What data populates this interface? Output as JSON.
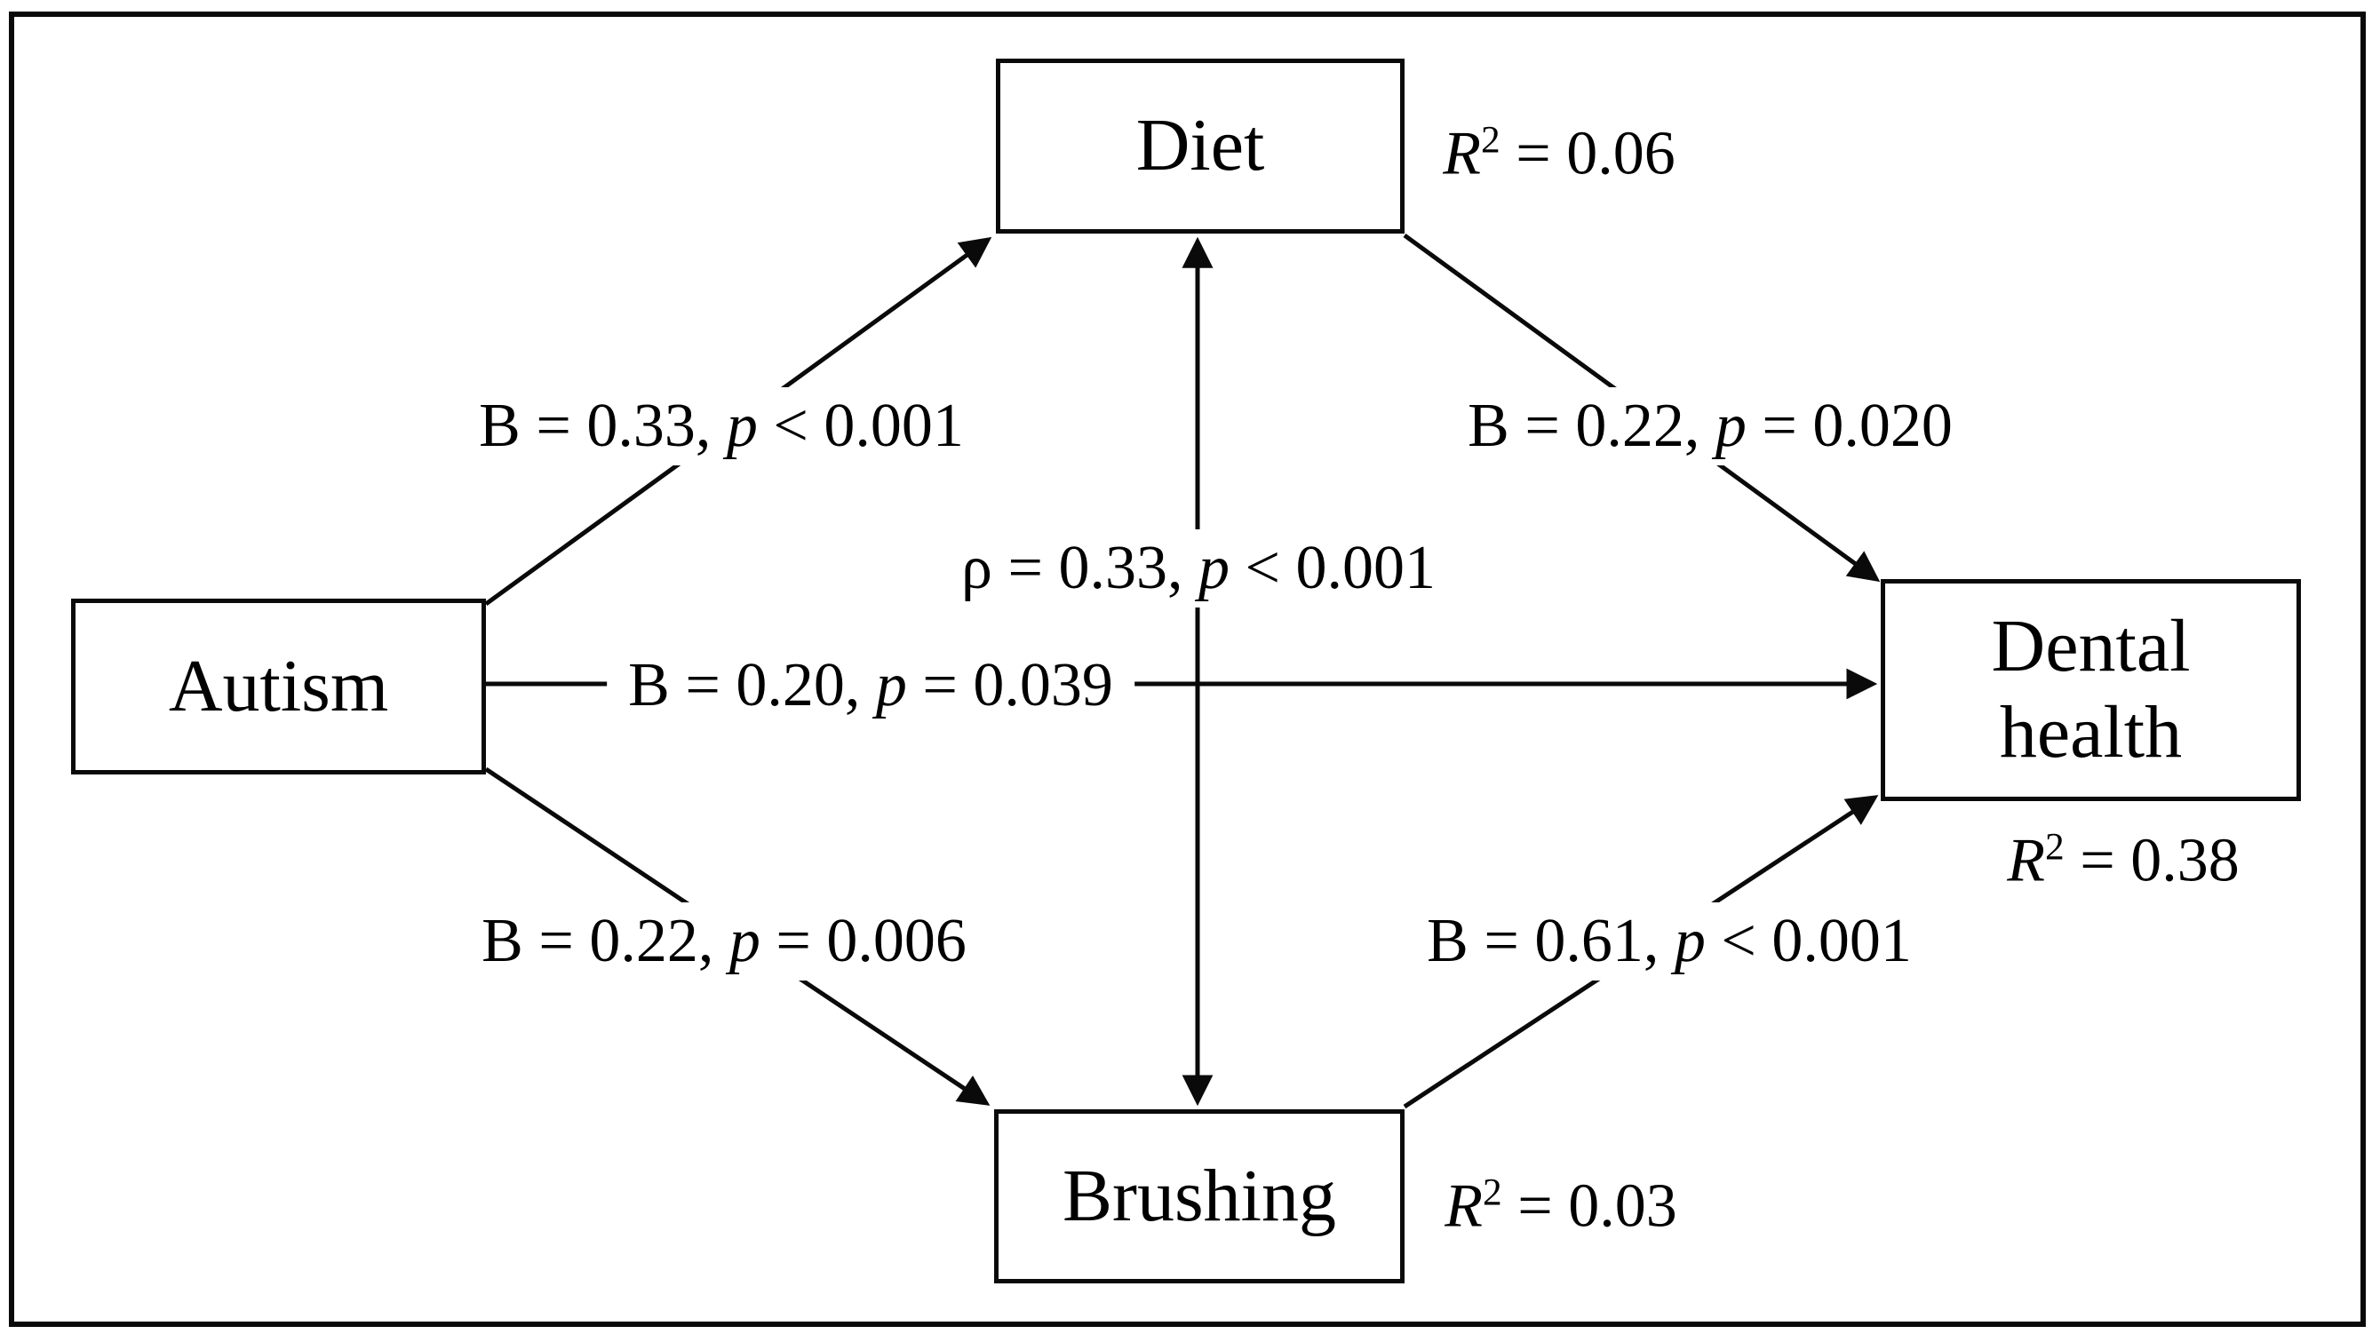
{
  "figure": {
    "type": "mediation-path-diagram",
    "colors": {
      "ink": "#000000",
      "background": "#ffffff"
    },
    "nodes": {
      "autism": {
        "label": "Autism"
      },
      "diet": {
        "label": "Diet",
        "r2": {
          "var": "R",
          "sup": "2",
          "value": " = 0.06"
        }
      },
      "brushing": {
        "label": "Brushing",
        "r2": {
          "var": "R",
          "sup": "2",
          "value": " = 0.03"
        }
      },
      "dental": {
        "line1": "Dental",
        "line2": "health",
        "r2": {
          "var": "R",
          "sup": "2",
          "value": " = 0.38"
        }
      }
    },
    "paths": {
      "autism_to_diet": {
        "pre": "B = 0.33, ",
        "pvar": "p",
        "post": " < 0.001"
      },
      "diet_to_dental": {
        "pre": "B = 0.22, ",
        "pvar": "p",
        "post": " = 0.020"
      },
      "autism_to_dental": {
        "pre": "B = 0.20, ",
        "pvar": "p",
        "post": " = 0.039"
      },
      "autism_to_brushing": {
        "pre": "B = 0.22, ",
        "pvar": "p",
        "post": " = 0.006"
      },
      "brushing_to_dental": {
        "pre": "B = 0.61, ",
        "pvar": "p",
        "post": " < 0.001"
      },
      "diet_brushing_correlation": {
        "pre": "ρ = 0.33, ",
        "pvar": "p",
        "post": " < 0.001"
      }
    }
  }
}
